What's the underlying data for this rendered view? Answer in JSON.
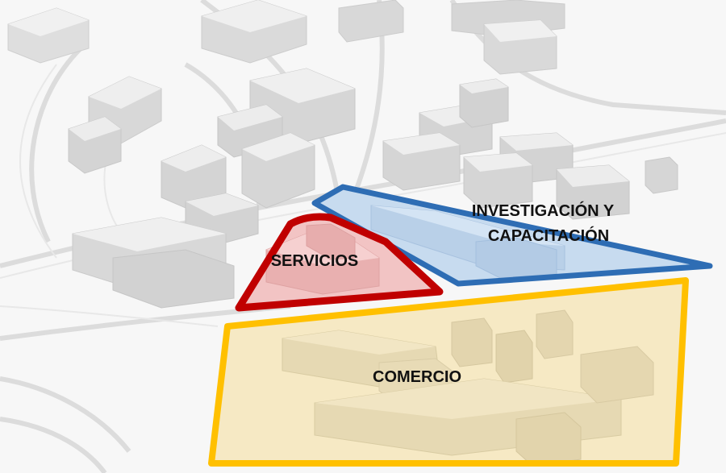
{
  "zones": {
    "research": {
      "label_line1": "INVESTIGACIÓN Y",
      "label_line2": "CAPACITACIÓN",
      "stroke": "#2e6db4",
      "fill": "#c7dbef"
    },
    "services": {
      "label": "SERVICIOS",
      "stroke": "#c00000",
      "fill": "#f2c4c4"
    },
    "commerce": {
      "label": "COMERCIO",
      "stroke": "#ffc000",
      "fill": "#f6e9c4"
    }
  }
}
